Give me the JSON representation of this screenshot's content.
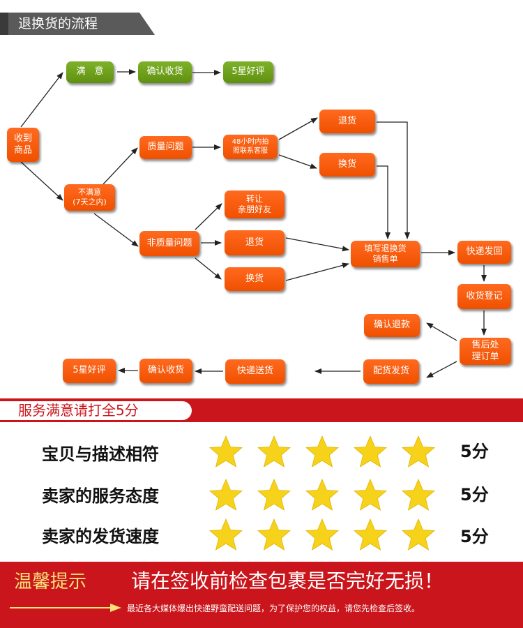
{
  "header": {
    "title": "退换货的流程"
  },
  "flow": {
    "receive": "收到\n商品",
    "satisfied": "满　意",
    "confirm_receipt_top": "确认收货",
    "five_star_top": "5星好评",
    "unsatisfied": "不满意\n(7天之内)",
    "quality_issue": "质量问题",
    "contact_cs": "48小时内拍\n照联系客服",
    "return_top": "退货",
    "exchange_top": "换货",
    "non_quality_issue": "非质量问题",
    "transfer_friends": "转让\n亲朋好友",
    "return_mid": "退货",
    "exchange_mid": "换货",
    "fill_form": "填写退换货\n销售单",
    "express_return": "快递发回",
    "receipt_register": "收货登记",
    "confirm_refund": "确认退款",
    "after_sales": "售后处\n理订单",
    "ship_goods": "配货发货",
    "express_deliver": "快递送货",
    "confirm_receipt_bottom": "确认收货",
    "five_star_bottom": "5星好评"
  },
  "rating": {
    "title": "服务满意请打全5分",
    "rows": [
      {
        "label": "宝贝与描述相符",
        "score": "5分",
        "stars": 5
      },
      {
        "label": "卖家的服务态度",
        "score": "5分",
        "stars": 5
      },
      {
        "label": "卖家的发货速度",
        "score": "5分",
        "stars": 5
      }
    ]
  },
  "footer": {
    "tip_title": "温馨提示",
    "main_text": "请在签收前检查包裹是否完好无损！",
    "sub_text": "最近各大媒体爆出快递野蛮配送问题，为了保护您的权益，请您先检查后签收。"
  },
  "colors": {
    "orange": "#f25a0a",
    "green": "#6ea21e",
    "red": "#c9151b",
    "star": "#f7d21a",
    "tip_yellow": "#f8e27a"
  }
}
